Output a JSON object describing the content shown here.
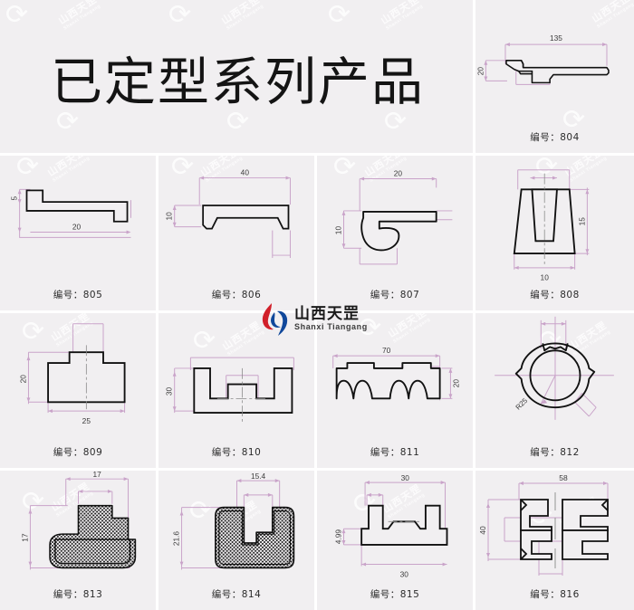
{
  "page": {
    "title": "已定型系列产品",
    "background_color": "#f1eff1",
    "grid_line_color": "#ffffff",
    "outline_color": "#000000",
    "dimension_color": "#c9a3c9",
    "caption_prefix": "编号："
  },
  "watermark": {
    "cn": "山西天罡",
    "en": "Shanxi Tiangang",
    "swoosh": "swoosh-glyph"
  },
  "logo": {
    "cn": "山西天罡",
    "en": "Shanxi Tiangang",
    "red": "#d1202a",
    "blue": "#10489b"
  },
  "cells": [
    {
      "id": "804",
      "caption": "编号：804",
      "shape": "flat-wedge-profile",
      "dims": [
        {
          "label": "135",
          "axis": "horizontal"
        },
        {
          "label": "20",
          "axis": "vertical"
        }
      ]
    },
    {
      "id": "805",
      "caption": "编号：805",
      "shape": "z-step-profile",
      "dims": [
        {
          "label": "5",
          "axis": "vertical"
        },
        {
          "label": "20",
          "axis": "horizontal"
        }
      ]
    },
    {
      "id": "806",
      "caption": "编号：806",
      "shape": "cap-channel-profile",
      "dims": [
        {
          "label": "40",
          "axis": "horizontal"
        },
        {
          "label": "10",
          "axis": "vertical"
        }
      ]
    },
    {
      "id": "807",
      "caption": "编号：807",
      "shape": "hook-profile",
      "dims": [
        {
          "label": "20",
          "axis": "horizontal"
        },
        {
          "label": "10",
          "axis": "vertical"
        }
      ]
    },
    {
      "id": "808",
      "caption": "编号：808",
      "shape": "u-channel-tapered",
      "dims": [
        {
          "label": "15",
          "axis": "vertical"
        },
        {
          "label": "10",
          "axis": "horizontal"
        }
      ]
    },
    {
      "id": "809",
      "caption": "编号：809",
      "shape": "t-block-profile",
      "dims": [
        {
          "label": "20",
          "axis": "vertical"
        },
        {
          "label": "25",
          "axis": "horizontal"
        }
      ]
    },
    {
      "id": "810",
      "caption": "编号：810",
      "shape": "u-channel-with-boss",
      "dims": [
        {
          "label": "30",
          "axis": "vertical"
        }
      ]
    },
    {
      "id": "811",
      "caption": "编号：811",
      "shape": "scalloped-strip-profile",
      "dims": [
        {
          "label": "70",
          "axis": "horizontal"
        },
        {
          "label": "20",
          "axis": "vertical"
        }
      ]
    },
    {
      "id": "812",
      "caption": "编号：812",
      "shape": "notched-ring-profile",
      "dims": [
        {
          "label": "R25",
          "axis": "radial"
        }
      ]
    },
    {
      "id": "813",
      "caption": "编号：813",
      "shape": "rubber-seal-t-head",
      "dims": [
        {
          "label": "17",
          "axis": "horizontal"
        },
        {
          "label": "17",
          "axis": "vertical"
        }
      ]
    },
    {
      "id": "814",
      "caption": "编号：814",
      "shape": "rubber-block-slot",
      "dims": [
        {
          "label": "15.4",
          "axis": "horizontal"
        },
        {
          "label": "21.6",
          "axis": "vertical"
        }
      ]
    },
    {
      "id": "815",
      "caption": "编号：815",
      "shape": "twin-tab-base-profile",
      "dims": [
        {
          "label": "30",
          "axis": "horizontal"
        },
        {
          "label": "4.99",
          "axis": "vertical"
        }
      ]
    },
    {
      "id": "816",
      "caption": "编号：816",
      "shape": "symmetric-double-channel",
      "dims": [
        {
          "label": "58",
          "axis": "horizontal"
        },
        {
          "label": "40",
          "axis": "vertical"
        }
      ]
    }
  ]
}
